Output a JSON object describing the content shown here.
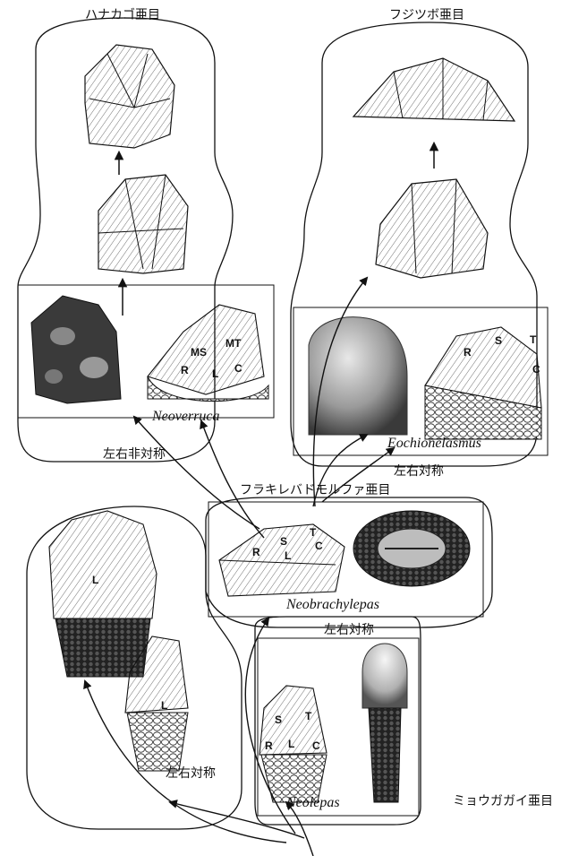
{
  "suborders": {
    "top_left": "ハナカゴ亜目",
    "top_right": "フジツボ亜目",
    "middle": "フラキレバドモルファ亜目",
    "bottom_right": "ミョウガガイ亜目"
  },
  "symmetry_labels": {
    "asym": "左右非対称",
    "sym_right": "左右対称",
    "sym_middle": "左右対称",
    "sym_bottom_left": "左右対称"
  },
  "genera": {
    "neoverruca": "Neoverruca",
    "eochionelasmus": "Eochionelasmus",
    "neobrachylepas": "Neobrachylepas",
    "neolepas": "Neolepas"
  },
  "plate_letters": {
    "neoverruca": [
      "MS",
      "MT",
      "R",
      "L",
      "C"
    ],
    "eochionelasmus": [
      "R",
      "S",
      "T",
      "C"
    ],
    "neobrachylepas": [
      "R",
      "S",
      "L",
      "T",
      "C"
    ],
    "stalked_large": [
      "L"
    ],
    "stalked_small": [
      "L"
    ],
    "neolepas": [
      "S",
      "T",
      "R",
      "L",
      "C"
    ]
  },
  "colors": {
    "ink": "#111111",
    "photo_dark": "#2a2a2a",
    "photo_mid": "#8a8a8a"
  }
}
